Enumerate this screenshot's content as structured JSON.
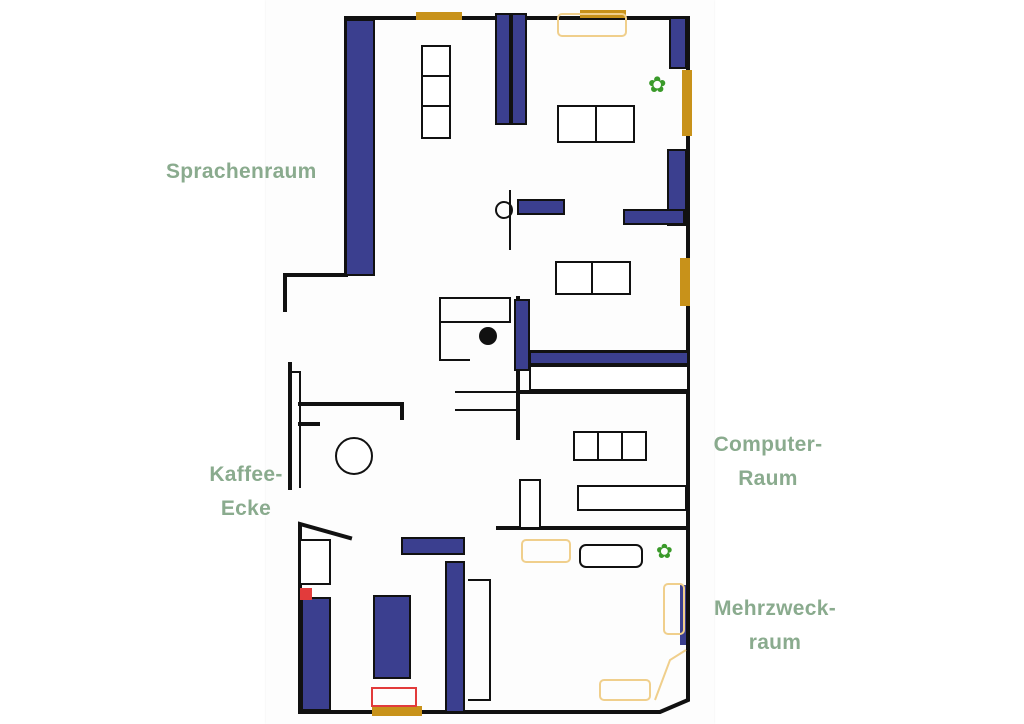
{
  "title": "Floor plan",
  "rooms": {
    "sprachenraum": "Sprachenraum",
    "kaffee_line1": "Kaffee-",
    "kaffee_line2": "Ecke",
    "computer_line1": "Computer-",
    "computer_line2": "Raum",
    "mehrzweck_line1": "Mehrzweck-",
    "mehrzweck_line2": "raum"
  },
  "colors": {
    "label": "#8aab8e",
    "shelf": "#3b3f8f",
    "window": "#c8921a",
    "rug": "#f0cf8c",
    "plant": "#3a9a2a",
    "accent_red": "#e23b3b"
  }
}
